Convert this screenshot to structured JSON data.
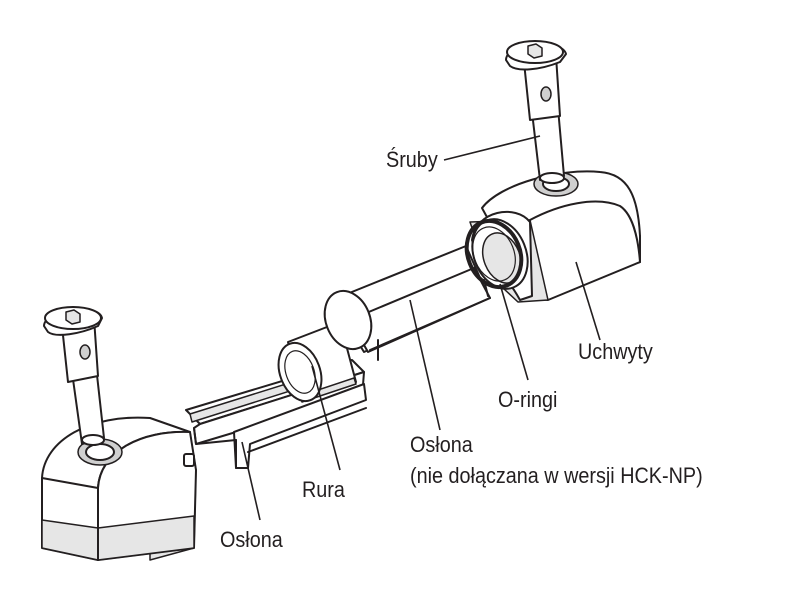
{
  "labels": {
    "screws": "Śruby",
    "holders": "Uchwyty",
    "o_rings": "O-ringi",
    "cover_upper": "Osłona",
    "cover_upper_note": "(nie dołączana w wersji HCK-NP)",
    "tube": "Rura",
    "cover_lower": "Osłona"
  }
}
